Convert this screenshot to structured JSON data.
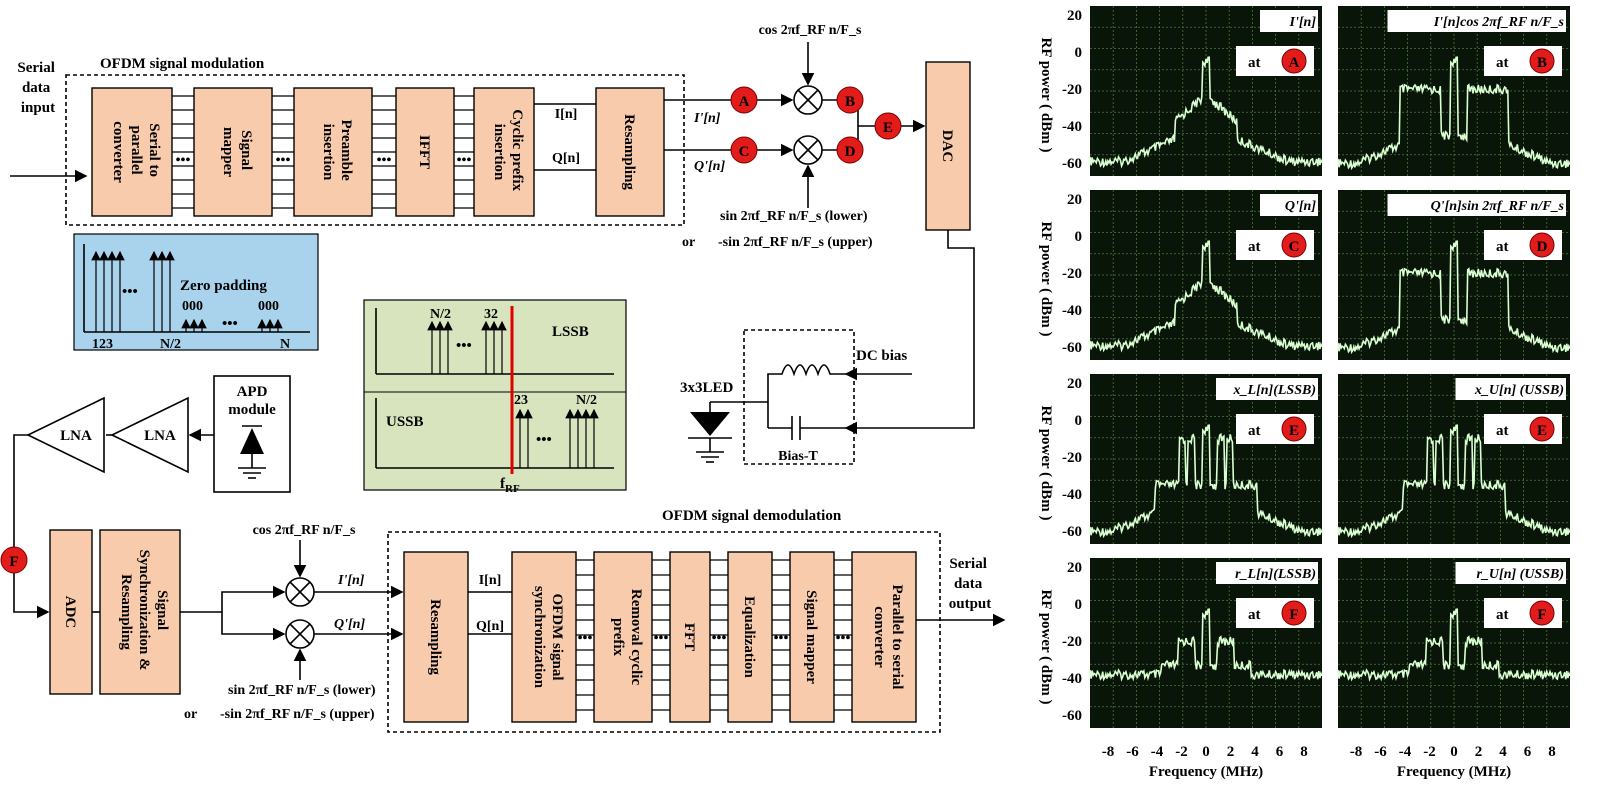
{
  "tx": {
    "serial_input": [
      "Serial",
      "data",
      "input"
    ],
    "group_label": "OFDM signal modulation",
    "blocks": [
      [
        "Serial to",
        "parallel",
        "converter"
      ],
      [
        "Signal",
        "mapper"
      ],
      [
        "Preamble",
        "insertion"
      ],
      [
        "IFFT"
      ],
      [
        "Cyclic prefix",
        "insertion"
      ],
      [
        "Resampling"
      ]
    ],
    "sig_I": "I[n]",
    "sig_Q": "Q[n]",
    "sig_Ip": "I'[n]",
    "sig_Qp": "Q'[n]",
    "cos_label": "cos 2πf_RF n/F_s",
    "sin_lower": "sin 2πf_RF n/F_s (lower)",
    "or": "or",
    "sin_upper": "-sin 2πf_RF n/F_s (upper)",
    "dac": "DAC",
    "points": [
      "A",
      "B",
      "C",
      "D",
      "E"
    ]
  },
  "zero_padding": {
    "title": "Zero padding",
    "ticks": [
      "123",
      "N/2",
      "N"
    ],
    "zeros": [
      "000",
      "000"
    ]
  },
  "ssb": {
    "lssb": "LSSB",
    "ussb": "USSB",
    "top_labels": [
      "N/2",
      "32"
    ],
    "bottom_labels": [
      "23",
      "N/2"
    ],
    "frf": "f_RF"
  },
  "led": {
    "led_label": "3x3LED",
    "dc_bias": "DC bias",
    "bias_t": "Bias-T"
  },
  "rx": {
    "lna1": "LNA",
    "lna2": "LNA",
    "apd": [
      "APD",
      "module"
    ],
    "point_f": "F",
    "adc": "ADC",
    "sync": [
      "Signal",
      "Synchronization &",
      "Resampling"
    ],
    "cos_label": "cos 2πf_RF n/F_s",
    "sig_Ip": "I'[n]",
    "sig_Qp": "Q'[n]",
    "sig_I": "I[n]",
    "sig_Q": "Q[n]",
    "sin_lower": "sin 2πf_RF n/F_s (lower)",
    "or": "or",
    "sin_upper": "-sin 2πf_RF n/F_s (upper)",
    "group_label": "OFDM signal demodulation",
    "blocks": [
      [
        "Resampling"
      ],
      [
        "OFDM signal",
        "synchronization"
      ],
      [
        "Removal cyclic",
        "prefix"
      ],
      [
        "FFT"
      ],
      [
        "Equalization"
      ],
      [
        "Signal mapper"
      ],
      [
        "Parallel to serial",
        "converter"
      ]
    ],
    "serial_output": [
      "Serial",
      "data",
      "output"
    ]
  },
  "spectra": {
    "ylabel": "RF power ( dBm )",
    "xlabel": "Frequency (MHz)",
    "yticks": [
      "20",
      "0",
      "-20",
      "-40",
      "-60"
    ],
    "xticks": [
      "-8",
      "-6",
      "-4",
      "-2",
      "0",
      "2",
      "4",
      "6",
      "8"
    ],
    "at": "at",
    "panels": [
      {
        "title": "I'[n]",
        "point": "A",
        "kind": "base"
      },
      {
        "title": "I'[n]cos 2πf_RF n/F_s",
        "point": "B",
        "kind": "dsb"
      },
      {
        "title": "Q'[n]",
        "point": "C",
        "kind": "base"
      },
      {
        "title": "Q'[n]sin 2πf_RF n/F_s",
        "point": "D",
        "kind": "dsb"
      },
      {
        "title": "x_L[n](LSSB)",
        "point": "E",
        "kind": "ssb"
      },
      {
        "title": "x_U[n] (USSB)",
        "point": "E",
        "kind": "ssb"
      },
      {
        "title": "r_L[n](LSSB)",
        "point": "F",
        "kind": "rx"
      },
      {
        "title": "r_U[n] (USSB)",
        "point": "F",
        "kind": "rx"
      }
    ],
    "colors": {
      "screen": "#0a150a",
      "trace": "#d8ffd0",
      "marker": "#e21b1b"
    }
  }
}
